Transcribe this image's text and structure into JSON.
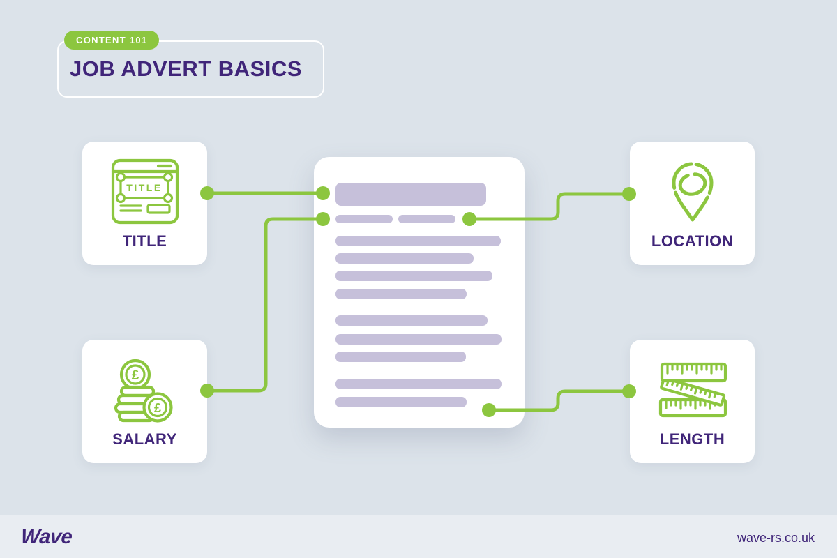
{
  "header": {
    "badge": "CONTENT 101",
    "title": "JOB ADVERT BASICS"
  },
  "cards": {
    "title": {
      "label": "TITLE",
      "icon": "webpage-title-icon",
      "icon_text": "TITLE"
    },
    "salary": {
      "label": "SALARY",
      "icon": "pound-coins-icon",
      "currency_symbol": "£"
    },
    "location": {
      "label": "LOCATION",
      "icon": "map-pin-icon"
    },
    "length": {
      "label": "LENGTH",
      "icon": "measuring-tape-icon"
    }
  },
  "document": {
    "description": "job advert document mockup with placeholder text bars",
    "connected_points": [
      "title bar",
      "meta row",
      "meta row right",
      "bottom paragraph"
    ]
  },
  "footer": {
    "logo": "Wave",
    "website": "wave-rs.co.uk"
  },
  "colors": {
    "green": "#8cc63f",
    "purple": "#402579",
    "lavender": "#c6c0da",
    "background": "#dce3ea",
    "footer_background": "#e9edf2",
    "card": "#ffffff"
  }
}
